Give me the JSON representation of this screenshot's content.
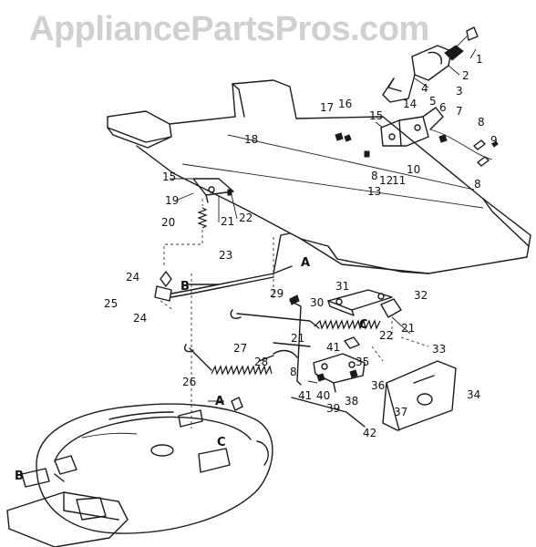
{
  "watermark": "AppliancePartsPros.com",
  "callouts": [
    "1",
    "2",
    "3",
    "4",
    "5",
    "6",
    "7",
    "8",
    "8",
    "8",
    "9",
    "10",
    "11",
    "12",
    "13",
    "14",
    "15",
    "15",
    "16",
    "17",
    "18",
    "19",
    "20",
    "21",
    "21",
    "21",
    "22",
    "22",
    "23",
    "24",
    "24",
    "25",
    "26",
    "27",
    "28",
    "29",
    "30",
    "31",
    "32",
    "33",
    "34",
    "35",
    "36",
    "37",
    "38",
    "39",
    "40",
    "41",
    "41",
    "42",
    "8"
  ],
  "letters": [
    "A",
    "A",
    "B",
    "B",
    "C",
    "C"
  ]
}
